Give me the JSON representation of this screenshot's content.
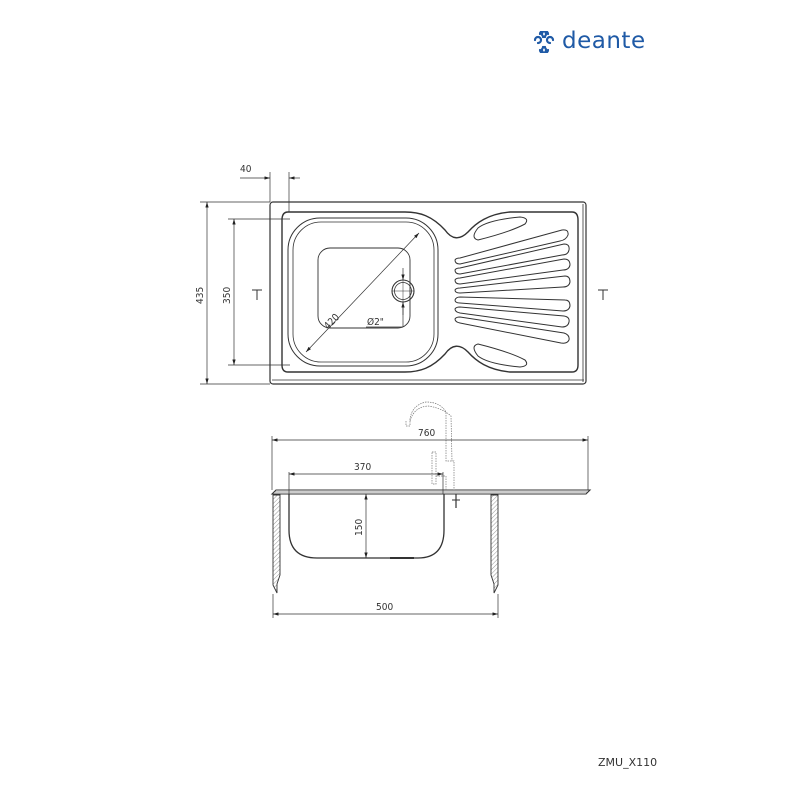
{
  "brand": {
    "name": "deante",
    "color": "#1f5aa6"
  },
  "product_code": "ZMU_X110",
  "top_view": {
    "dimensions": {
      "edge_offset": "40",
      "total_depth": "435",
      "bowl_depth": "350",
      "bowl_diagonal": "420",
      "drain": "Ø2\""
    }
  },
  "side_view": {
    "dimensions": {
      "total_width": "760",
      "bowl_offset": "370",
      "bowl_height": "150",
      "cabinet_width": "500"
    }
  },
  "colors": {
    "line": "#333333",
    "hatch": "#999999"
  }
}
